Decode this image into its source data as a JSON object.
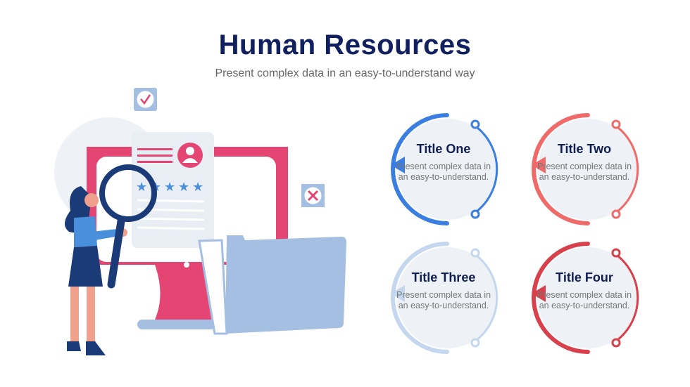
{
  "header": {
    "title": "Human Resources",
    "subtitle": "Present complex data in an easy-to-understand way"
  },
  "cards": [
    {
      "title": "Title One",
      "text": "Present complex data in an easy-to-understand.",
      "color": "#3a7ee2"
    },
    {
      "title": "Title Two",
      "text": "Present complex data in an easy-to-understand.",
      "color": "#f06a6a"
    },
    {
      "title": "Title Three",
      "text": "Present complex data in an easy-to-understand.",
      "color": "#c4d7ef"
    },
    {
      "title": "Title Four",
      "text": "Present complex data in an easy-to-understand.",
      "color": "#d8414c"
    }
  ],
  "icons": [
    "check-icon",
    "close-icon",
    "user-icon",
    "star-icon",
    "magnifier-icon",
    "folder-icon",
    "monitor-icon"
  ]
}
